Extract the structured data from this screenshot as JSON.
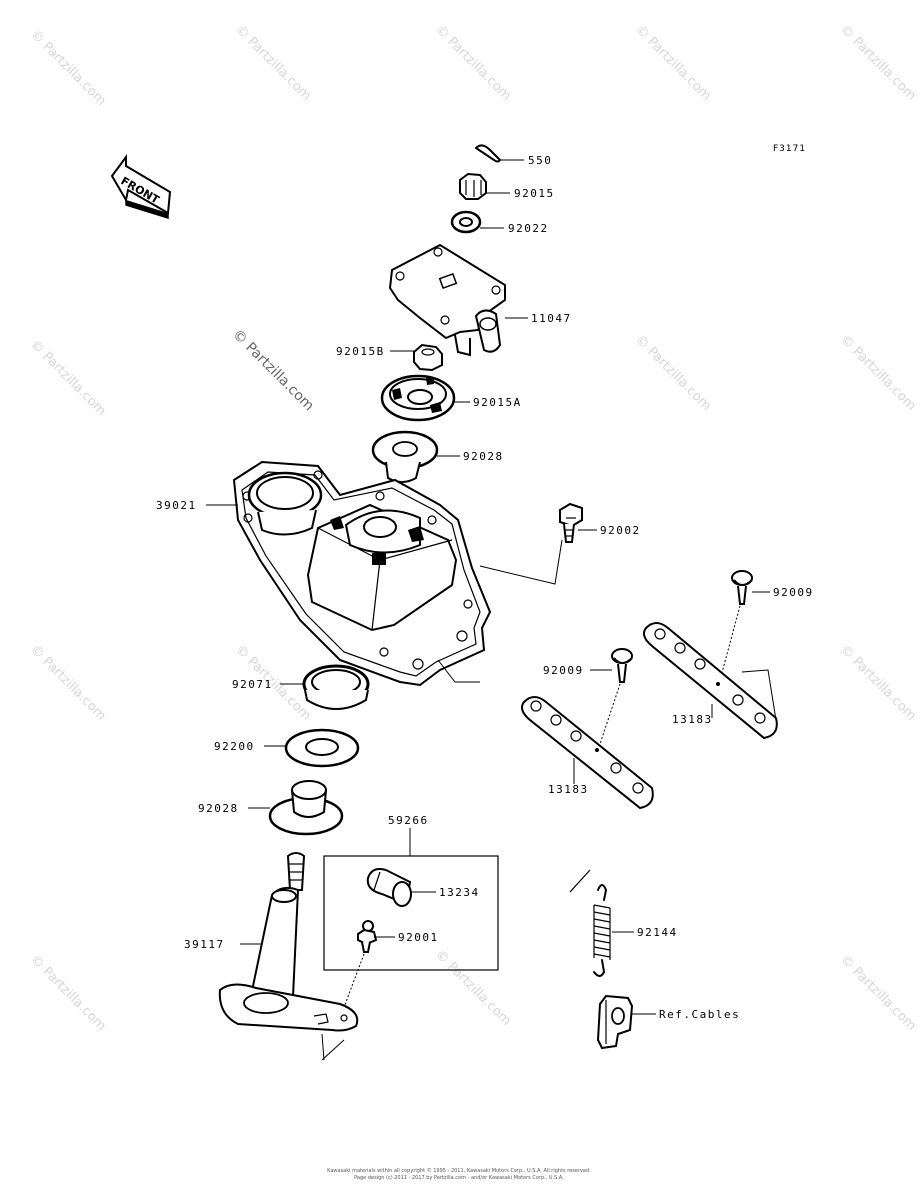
{
  "figure_code": "F3171",
  "front_label": "FRONT",
  "watermark": "© Partzilla.com",
  "copyright_line1": "Kawasaki materials within all copyright © 1995 - 2011, Kawasaki Motors Corp., U.S.A. All rights reserved.",
  "copyright_line2": "Page design (c) 2011 - 2017 by Partzilla.com - and/or Kawasaki Motors Corp., U.S.A.",
  "parts": {
    "p550": "550",
    "p92015": "92015",
    "p92022": "92022",
    "p11047": "11047",
    "p92015B": "92015B",
    "p92015A": "92015A",
    "p92028_top": "92028",
    "p39021": "39021",
    "p92002": "92002",
    "p92009_right": "92009",
    "p92009_left": "92009",
    "p13183_right": "13183",
    "p13183_left": "13183",
    "p92071": "92071",
    "p92200": "92200",
    "p92028_bottom": "92028",
    "p59266": "59266",
    "p13234": "13234",
    "p92001": "92001",
    "p39117": "39117",
    "p92144": "92144",
    "ref_cables": "Ref.Cables"
  }
}
